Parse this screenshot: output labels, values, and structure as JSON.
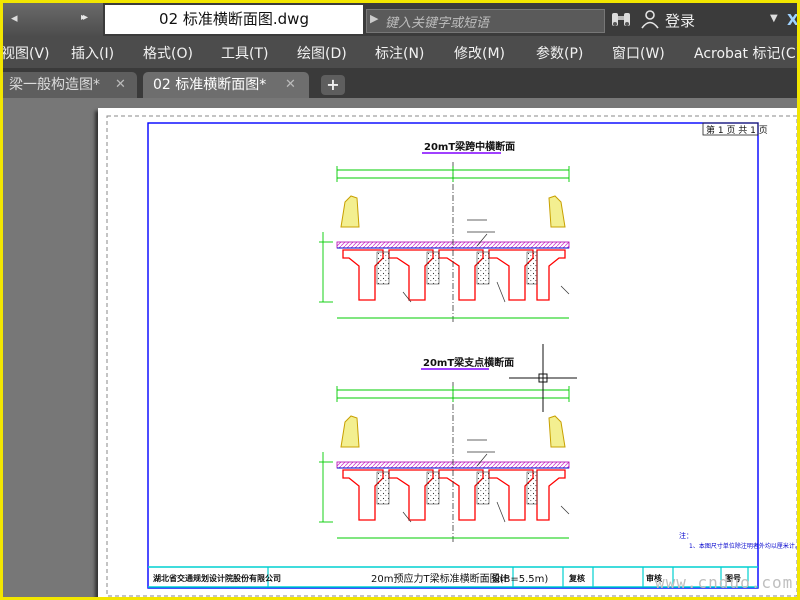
{
  "titlebar": {
    "doc_title": "02 标准横断面图.dwg",
    "search_placeholder": "键入关键字或短语",
    "login_label": "登录"
  },
  "menu": {
    "items": [
      "视图(V)",
      "插入(I)",
      "格式(O)",
      "工具(T)",
      "绘图(D)",
      "标注(N)",
      "修改(M)",
      "参数(P)",
      "窗口(W)",
      "Acrobat 标记(C)"
    ]
  },
  "tabs": {
    "items": [
      {
        "label": "梁一般构造图*"
      },
      {
        "label": "02 标准横断面图*"
      }
    ],
    "add_label": "+"
  },
  "drawing": {
    "sheet_label": "第 1 页  共 1 页",
    "section1_title": "20mT梁跨中横断面",
    "section2_title": "20mT梁支点横断面",
    "note_text": "注：",
    "note_line": "1、本图尺寸单位除注明者外均以厘米计。",
    "title_block": {
      "company": "湖北省交通规划设计院股份有限公司",
      "drawing_name": "20m预应力T梁标准横断面图(B=5.5m)",
      "design": "设计",
      "review": "复核",
      "approve": "审核",
      "drawing_no": "图号"
    }
  },
  "watermark": "www.cnduo.com",
  "colors": {
    "titlebar": "#3b3b3b",
    "menubar": "#4c4c4c",
    "tab_active": "#6e6e6e",
    "frame_border": "#f2e600",
    "cad_blue": "#0000ff",
    "cad_red": "#ff0000",
    "cad_cyan": "#00e0e0",
    "cad_yellow": "#f0e000",
    "cad_green": "#00c000",
    "cad_magenta": "#ff00ff"
  }
}
